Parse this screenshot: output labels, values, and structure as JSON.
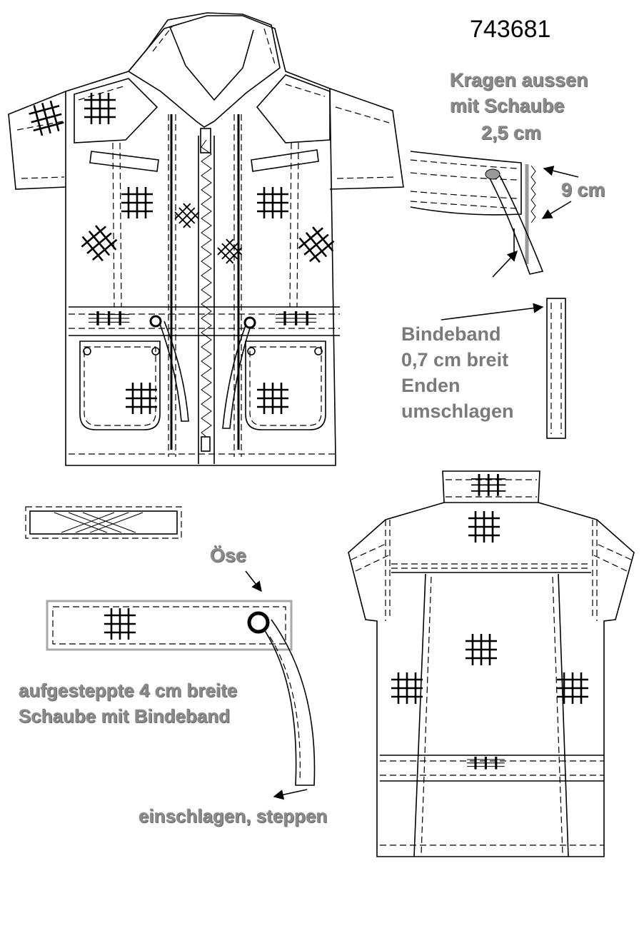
{
  "model_number": "743681",
  "labels": {
    "collar": [
      "Kragen aussen",
      "mit Schaube",
      "2,5 cm"
    ],
    "width_9": "9 cm",
    "tie_band": [
      "Bindeband",
      "0,7 cm breit",
      "Enden",
      "umschlagen"
    ],
    "eyelet": "Öse",
    "casing": [
      "aufgesteppte 4 cm breite",
      "Schaube mit Bindeband"
    ],
    "fold_stitch": "einschlagen, steppen"
  },
  "colors": {
    "line": "#000000",
    "label_gray": "#8a8a8a",
    "frame_gray": "#a8a8a8",
    "background": "#ffffff"
  },
  "icons": [
    "eyelet-icon",
    "arrow-icon"
  ]
}
